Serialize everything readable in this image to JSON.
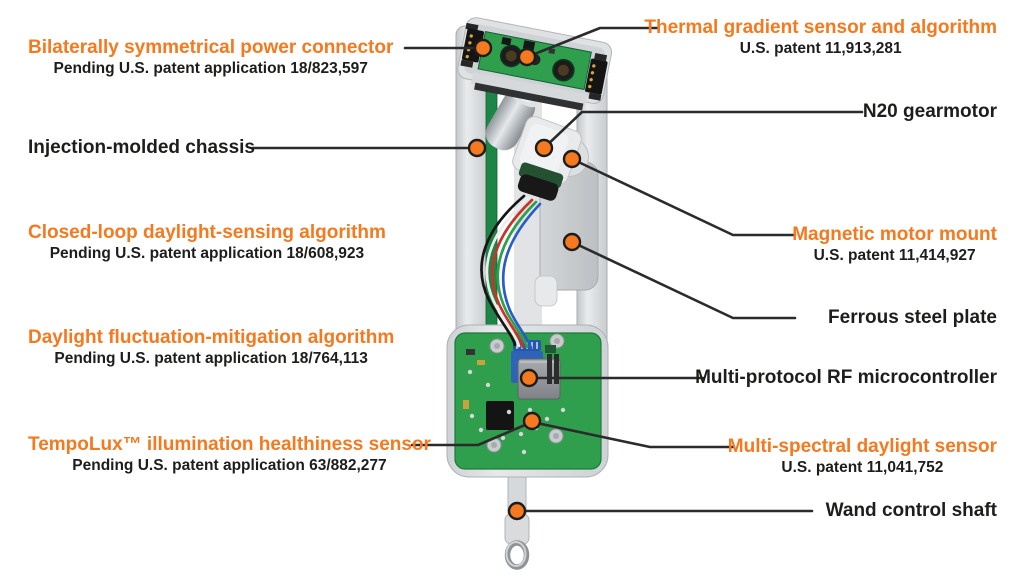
{
  "figure": {
    "description": "Exploded annotated render of a smart window-blind wand controller",
    "device_parts": [
      "power-connector-pcb",
      "chassis-frame",
      "n20-gearmotor",
      "magnetic-motor-mount",
      "ferrous-steel-plate",
      "main-pcb",
      "rf-shield-module",
      "wand-shaft",
      "hook-loop",
      "ribbon-wires"
    ]
  },
  "colors": {
    "accent_orange": "#F4791F",
    "text_black": "#1D1D1B",
    "callout_line": "#2B2B2B",
    "pcb_green": "#2F9E4D",
    "chassis_gray": "#DFE1E3",
    "plate_gray": "#C5C9CC"
  },
  "callouts": {
    "left": [
      {
        "title": "Bilaterally symmetrical power connector",
        "subtitle": "Pending U.S. patent application 18/823,597"
      },
      {
        "title": "Injection-molded chassis"
      },
      {
        "title": "Closed-loop daylight-sensing algorithm",
        "subtitle": "Pending U.S. patent application 18/608,923"
      },
      {
        "title": "Daylight fluctuation-mitigation algorithm",
        "subtitle": "Pending U.S. patent application 18/764,113"
      },
      {
        "title": "TempoLux™ illumination healthiness sensor",
        "subtitle": "Pending U.S. patent application 63/882,277"
      }
    ],
    "right": [
      {
        "title": "Thermal gradient sensor and algorithm",
        "subtitle": "U.S. patent 11,913,281"
      },
      {
        "title": "N20 gearmotor"
      },
      {
        "title": "Magnetic motor mount",
        "subtitle": "U.S. patent 11,414,927"
      },
      {
        "title": "Ferrous steel plate"
      },
      {
        "title": "Multi-protocol RF microcontroller"
      },
      {
        "title": "Multi-spectral daylight sensor",
        "subtitle": "U.S. patent 11,041,752"
      },
      {
        "title": "Wand control shaft"
      }
    ]
  }
}
